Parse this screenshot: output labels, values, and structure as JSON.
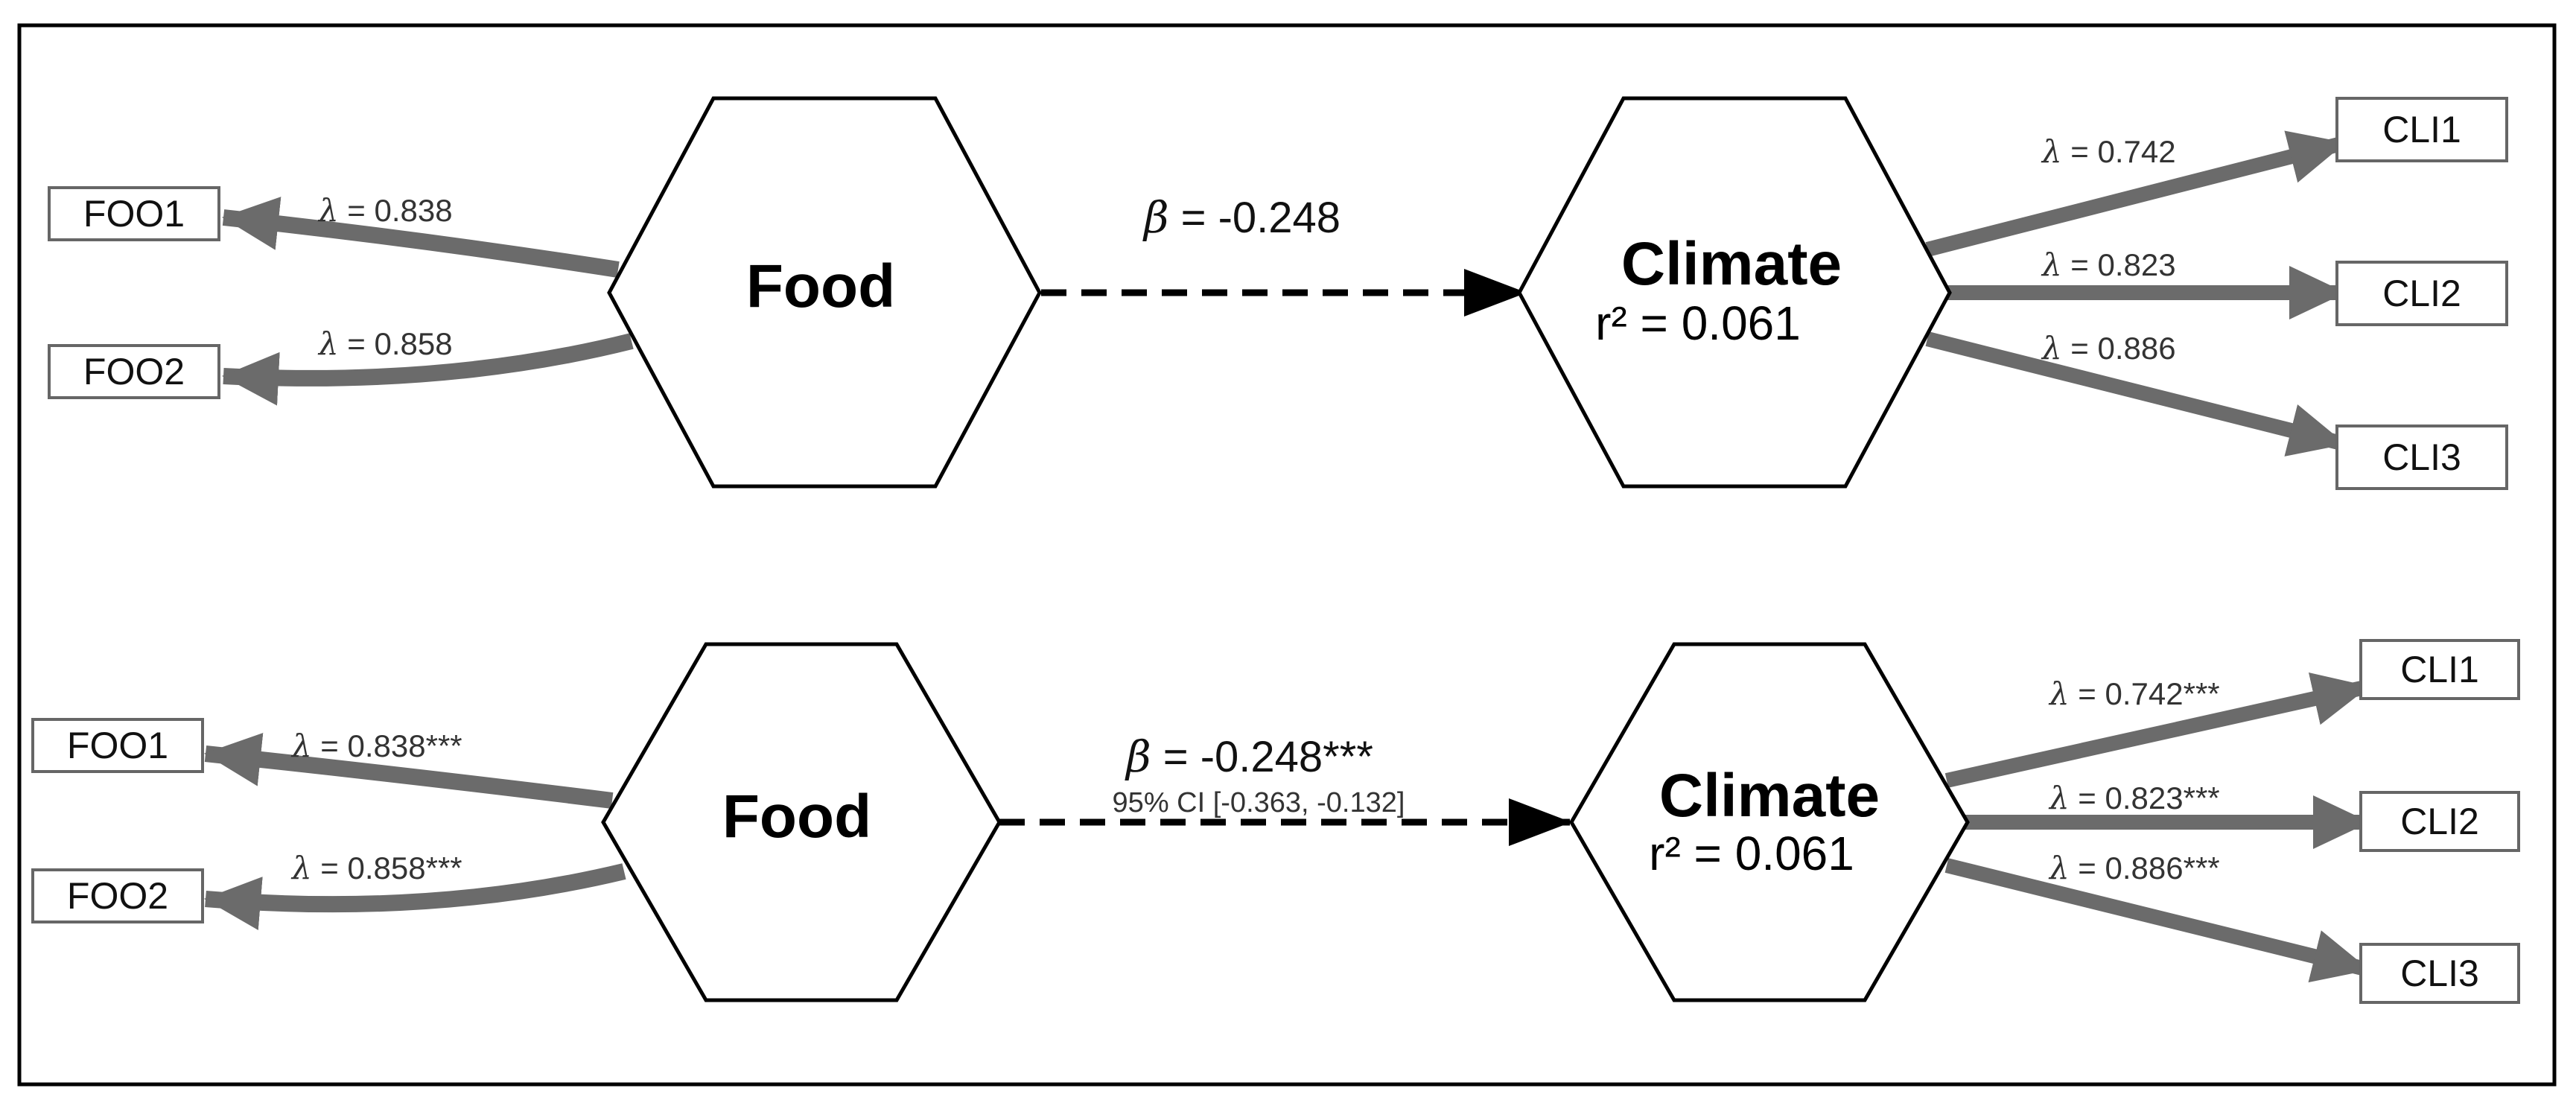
{
  "colors": {
    "arrow": "#6b6b6b",
    "path": "#000000",
    "border": "#000000",
    "box_stroke": "#666666"
  },
  "models": [
    {
      "exogenous": {
        "name": "Food",
        "indicators": [
          {
            "label": "FOO1",
            "loading": "= 0.838"
          },
          {
            "label": "FOO2",
            "loading": "= 0.858"
          }
        ]
      },
      "endogenous": {
        "name": "Climate",
        "r2": "r² = 0.061",
        "indicators": [
          {
            "label": "CLI1",
            "loading": "= 0.742"
          },
          {
            "label": "CLI2",
            "loading": "= 0.823"
          },
          {
            "label": "CLI3",
            "loading": "= 0.886"
          }
        ]
      },
      "path": {
        "beta": "= -0.248",
        "ci": ""
      }
    },
    {
      "exogenous": {
        "name": "Food",
        "indicators": [
          {
            "label": "FOO1",
            "loading": "= 0.838***"
          },
          {
            "label": "FOO2",
            "loading": "= 0.858***"
          }
        ]
      },
      "endogenous": {
        "name": "Climate",
        "r2": "r² = 0.061",
        "indicators": [
          {
            "label": "CLI1",
            "loading": "= 0.742***"
          },
          {
            "label": "CLI2",
            "loading": "= 0.823***"
          },
          {
            "label": "CLI3",
            "loading": "= 0.886***"
          }
        ]
      },
      "path": {
        "beta": "= -0.248***",
        "ci": "95% CI [-0.363, -0.132]"
      }
    }
  ]
}
